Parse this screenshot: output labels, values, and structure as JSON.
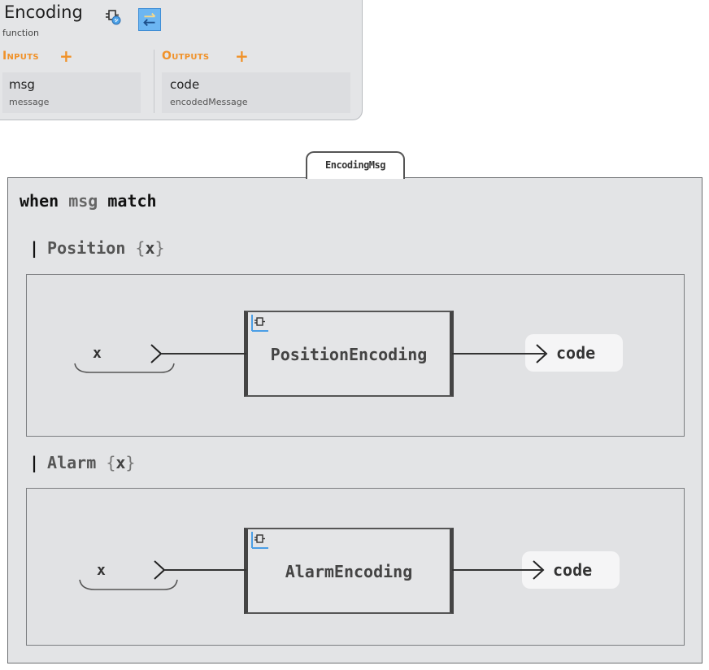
{
  "header": {
    "title": "Encoding",
    "kind": "function",
    "inputs_label": "Inputs",
    "outputs_label": "Outputs",
    "add_symbol": "+",
    "inputs": [
      {
        "name": "msg",
        "type": "message"
      }
    ],
    "outputs": [
      {
        "name": "code",
        "type": "encodedMessage"
      }
    ]
  },
  "block": {
    "tab_label": "EncodingMsg",
    "when_keyword": "when",
    "subject": "msg",
    "match_keyword": "match",
    "cases": [
      {
        "bar": "|",
        "pattern": "Position",
        "brace_open": "{",
        "binding": "x",
        "brace_close": "}",
        "input_var": "x",
        "function_name": "PositionEncoding",
        "output": "code"
      },
      {
        "bar": "|",
        "pattern": "Alarm",
        "brace_open": "{",
        "binding": "x",
        "brace_close": "}",
        "input_var": "x",
        "function_name": "AlarmEncoding",
        "output": "code"
      }
    ]
  },
  "colors": {
    "accent_orange": "#f0922a",
    "accent_blue": "#6cb6f2",
    "panel_bg": "#e3e4e6"
  },
  "icons": [
    "component-icon",
    "swap-arrows-icon",
    "plus-icon",
    "node-component-icon",
    "chevron-right-icon"
  ]
}
